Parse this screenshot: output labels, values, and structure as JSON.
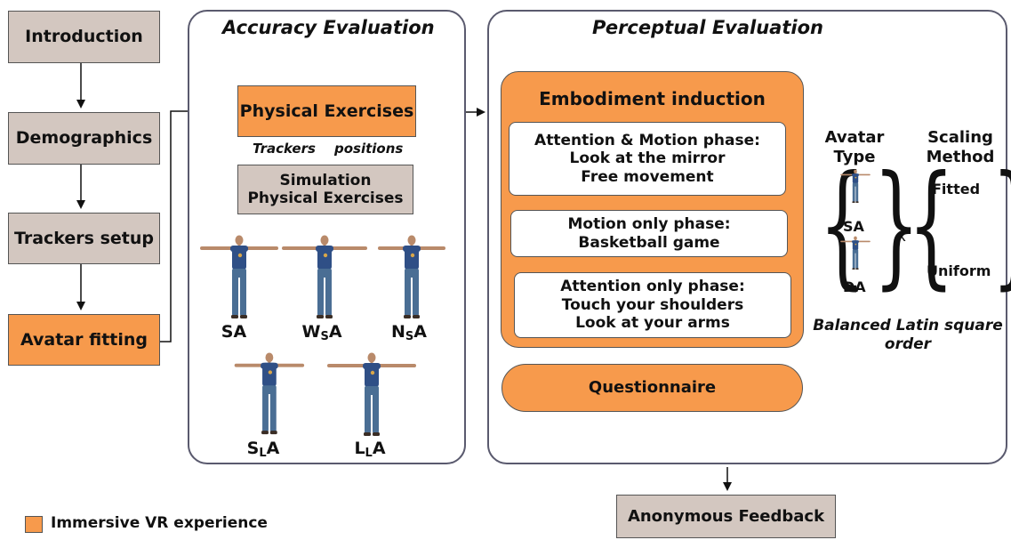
{
  "flow": {
    "introduction": "Introduction",
    "demographics": "Demographics",
    "trackers_setup": "Trackers setup",
    "avatar_fitting": "Avatar fitting"
  },
  "accuracy": {
    "title": "Accuracy Evaluation",
    "physical_exercises": "Physical Exercises",
    "trackers_label": "Trackers",
    "positions_label": "positions",
    "simulation": "Simulation\nPhysical Exercises",
    "avatars": [
      {
        "main": "SA",
        "sub": ""
      },
      {
        "main": "W",
        "sub": "S",
        "tail": "A"
      },
      {
        "main": "N",
        "sub": "S",
        "tail": "A"
      },
      {
        "main": "S",
        "sub": "L",
        "tail": "A"
      },
      {
        "main": "L",
        "sub": "L",
        "tail": "A"
      }
    ]
  },
  "perceptual": {
    "title": "Perceptual Evaluation",
    "embodiment": "Embodiment induction",
    "phase1": "Attention & Motion phase:\nLook at the mirror\nFree movement",
    "phase2": "Motion only phase:\nBasketball game",
    "phase3": "Attention only phase:\nTouch your shoulders\nLook at your arms",
    "questionnaire": "Questionnaire",
    "avatar_type": "Avatar\nType",
    "scaling_method": "Scaling\nMethod",
    "sa": "SA",
    "da": "DA",
    "times": "x",
    "fitted": "Fitted",
    "uniform": "Uniform",
    "order": "Balanced Latin square\norder"
  },
  "feedback": "Anonymous Feedback",
  "legend": "Immersive VR experience",
  "colors": {
    "orange": "#f79a4c",
    "grey": "#d3c7c0",
    "shirt": "#2f4f86",
    "jeans": "#4a6e94",
    "skin": "#b98a6a"
  }
}
